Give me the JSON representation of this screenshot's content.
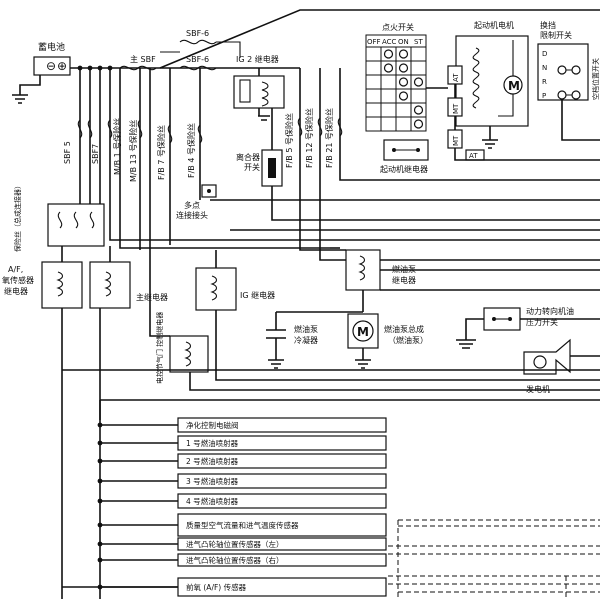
{
  "battery": {
    "label": "蓄电池"
  },
  "fuses": {
    "main_sbf": "主 SBF",
    "sbf6_a": "SBF-6",
    "sbf6_b": "SBF-6",
    "sbf5": "SBF 5",
    "sbf7": "SBF7",
    "mb1": "M/B 1 号保险丝",
    "mb13": "M/B 13 号保险丝",
    "fb7": "F/B 7 号保险丝",
    "fb4": "F/B 4 号保险丝",
    "fb5": "F/B 5 号保险丝",
    "fb12": "F/B 12 号保险丝",
    "fb21": "F/B 21 号保险丝",
    "fuse_box": "保险丝（总成连接器）"
  },
  "ignition_switch": {
    "title": "点火开关",
    "columns": [
      "OFF",
      "ACC",
      "ON",
      "ST"
    ]
  },
  "starter_motor": {
    "title": "起动机电机"
  },
  "inhibitor_switch": {
    "title": "换挡\n限制开关",
    "positions": [
      "D",
      "N",
      "R",
      "P"
    ],
    "side_label": "空档位置开关"
  },
  "labels": {
    "ig2_relay": "IG 2 继电器",
    "clutch_switch": "离合器\n开关",
    "multi_connector": "多点\n连接接头",
    "starter_relay": "起动机继电器",
    "at": "AT",
    "mt": "MT",
    "af_relay": "A/F、\n氧传感器\n继电器",
    "main_relay": "主继电器",
    "ig_relay": "IG 继电器",
    "fuel_pump_relay": "燃油泵\n继电器",
    "etc_relay": "电控节气门\n控制继电器",
    "fuel_filter": "燃油泵\n冷凝器",
    "fuel_pump": "燃油泵总成\n（燃油泵）",
    "ps_switch": "动力转向机油\n压力开关",
    "generator": "发电机",
    "m": "M"
  },
  "connector_rows": [
    "净化控制电磁阀",
    "1 号燃油喷射器",
    "2 号燃油喷射器",
    "3 号燃油喷射器",
    "4 号燃油喷射器",
    "质量型空气流量和进气温度传感器",
    "进气凸轮轴位置传感器（左）",
    "进气凸轮轴位置传感器（右）",
    "前氧 (A/F) 传感器"
  ]
}
